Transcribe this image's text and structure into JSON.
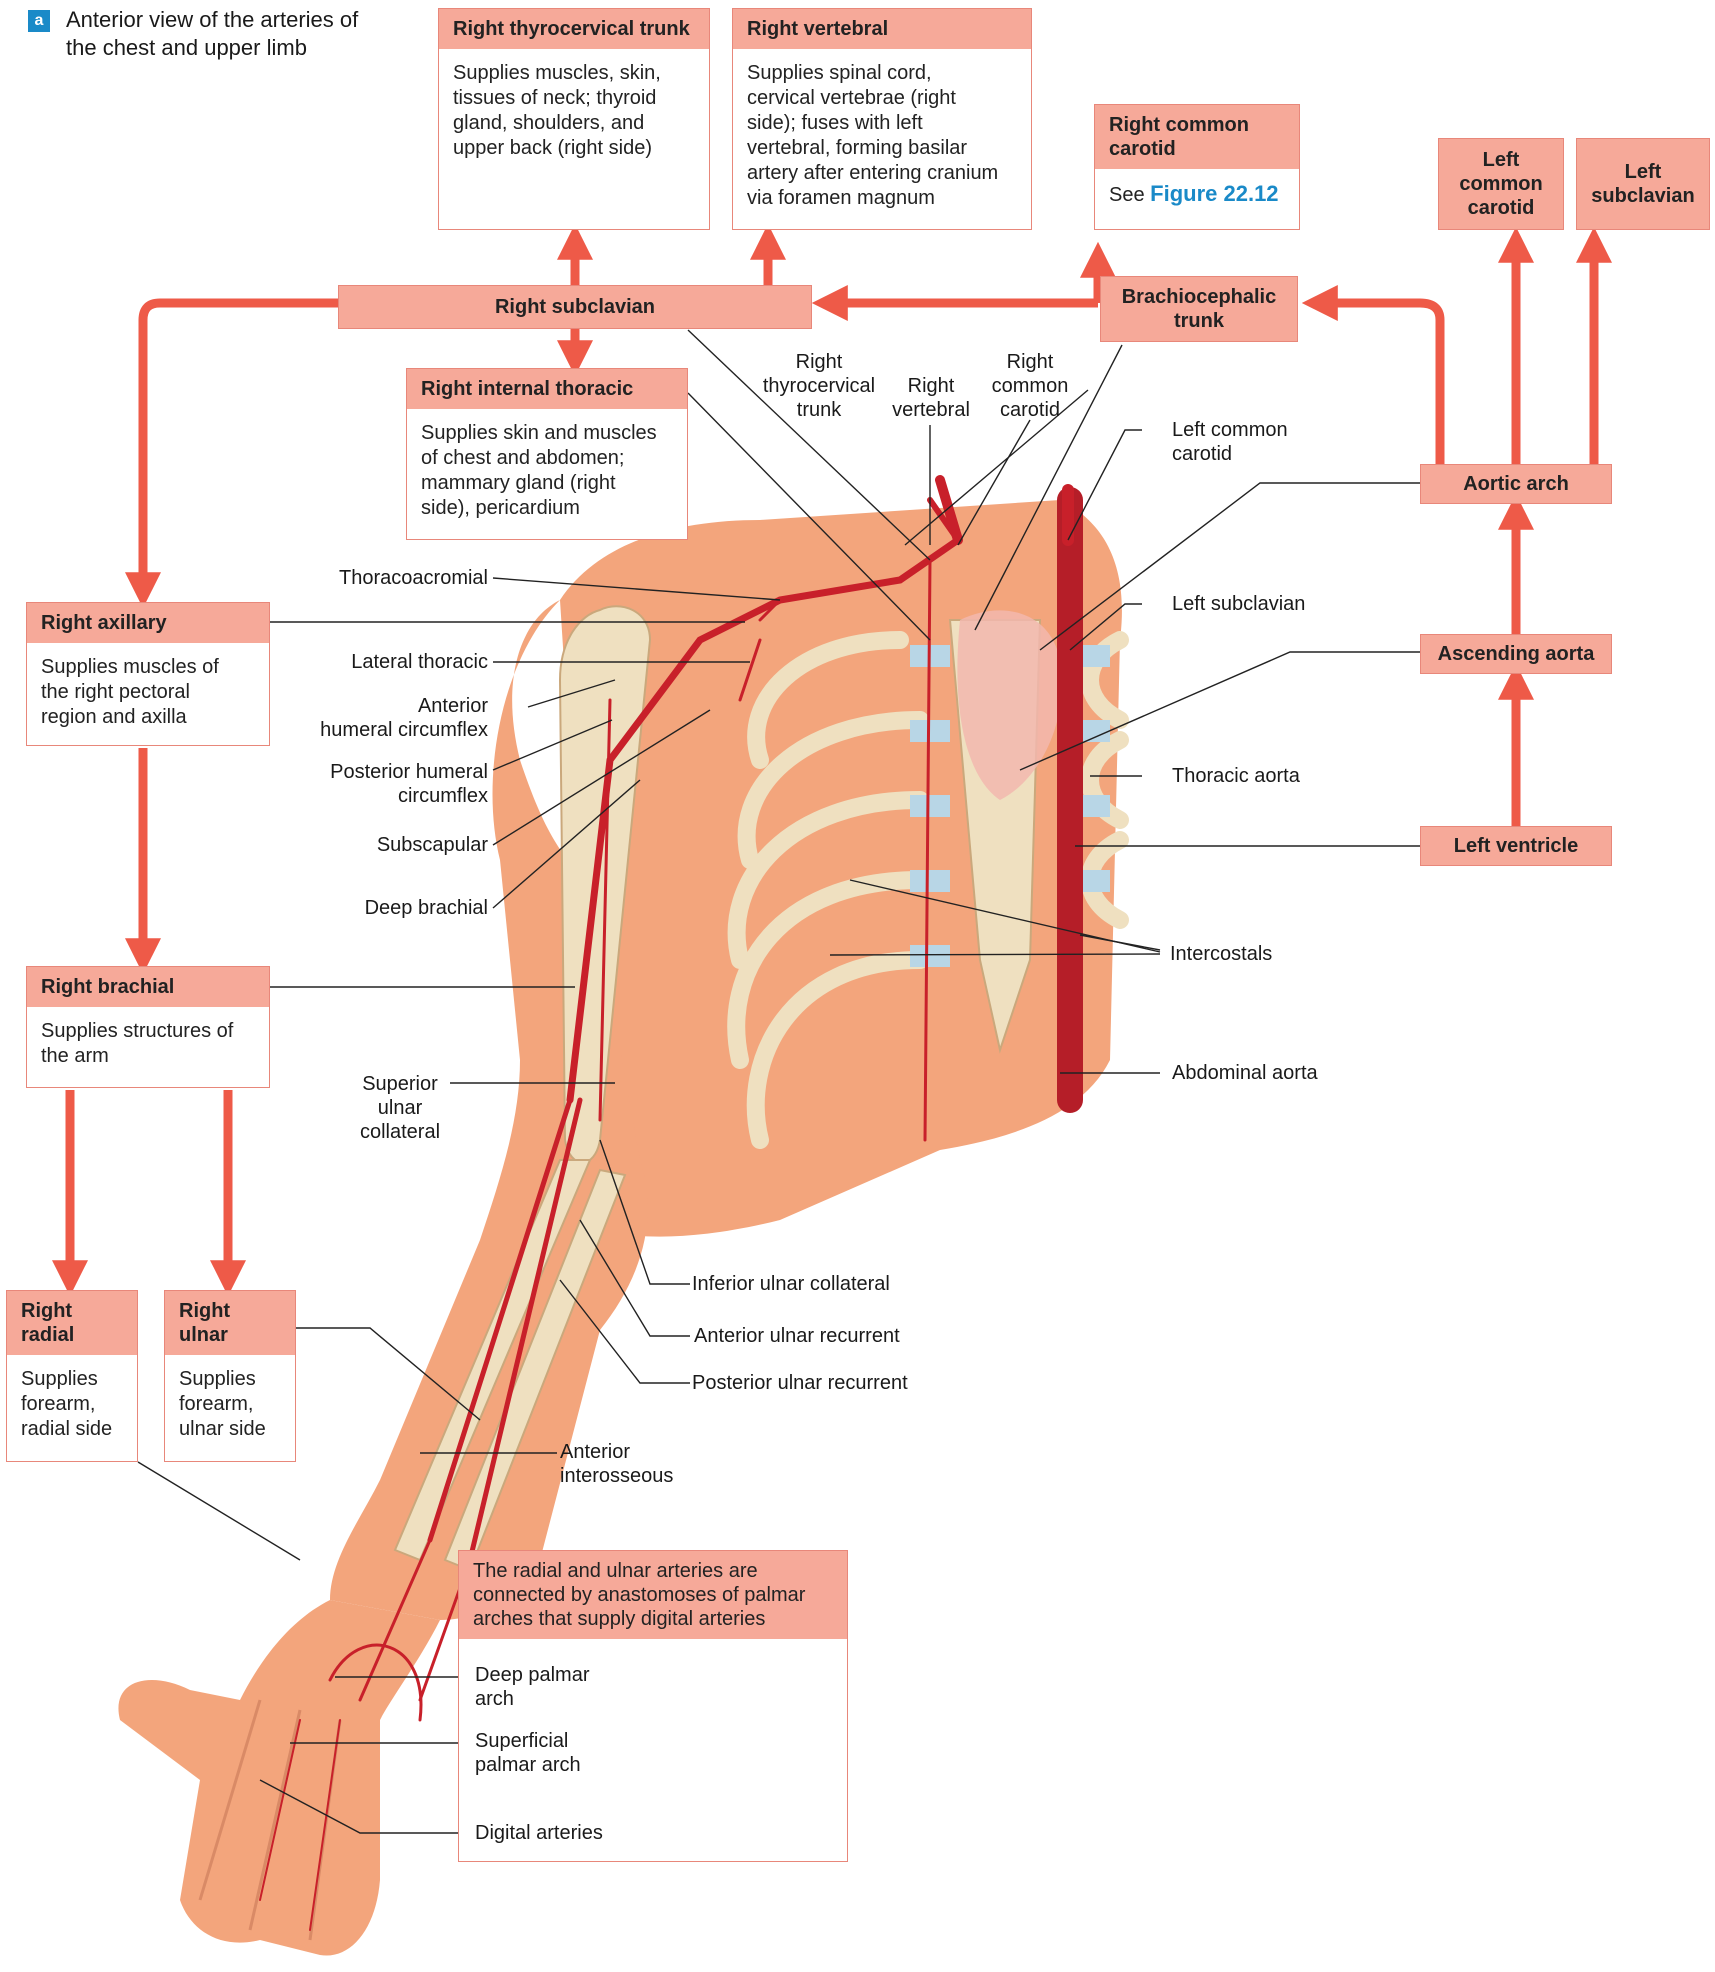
{
  "panel_tag": "a",
  "title": "Anterior view of the arteries of\nthe chest and upper limb",
  "boxes": {
    "right_thyrocervical": {
      "header": "Right thyrocervical trunk",
      "body": "Supplies muscles, skin,\ntissues of neck; thyroid\ngland, shoulders, and\nupper back (right side)"
    },
    "right_vertebral": {
      "header": "Right vertebral",
      "body": "Supplies spinal cord,\ncervical vertebrae (right\nside); fuses with left\nvertebral, forming basilar\nartery after entering cranium\nvia foramen magnum"
    },
    "right_common_carotid": {
      "header": "Right common\ncarotid",
      "body_prefix": "See ",
      "body_link": "Figure 22.12"
    },
    "left_common_carotid": {
      "header": "Left\ncommon\ncarotid"
    },
    "left_subclavian": {
      "header": "Left\nsubclavian"
    },
    "right_internal_thoracic": {
      "header": "Right internal thoracic",
      "body": "Supplies skin and muscles\nof chest and abdomen;\nmammary gland (right\nside), pericardium"
    },
    "right_axillary": {
      "header": "Right axillary",
      "body": "Supplies muscles of\nthe right pectoral\nregion and axilla"
    },
    "right_brachial": {
      "header": "Right brachial",
      "body": "Supplies structures of\nthe arm"
    },
    "right_radial": {
      "header": "Right\nradial",
      "body": "Supplies\nforearm,\nradial side"
    },
    "right_ulnar": {
      "header": "Right\nulnar",
      "body": "Supplies\nforearm,\nulnar side"
    },
    "palmar": {
      "header": "The radial and ulnar arteries are\nconnected by anastomoses of palmar\narches that supply digital arteries",
      "deep": "Deep palmar\narch",
      "superficial": "Superficial\npalmar arch",
      "digital": "Digital arteries"
    }
  },
  "pills": {
    "right_subclavian": "Right subclavian",
    "brachiocephalic": "Brachiocephalic\ntrunk",
    "aortic_arch": "Aortic arch",
    "ascending_aorta": "Ascending aorta",
    "left_ventricle": "Left ventricle"
  },
  "labels": {
    "right_thyrocervical_trunk": "Right\nthyrocervical\ntrunk",
    "right_vertebral": "Right\nvertebral",
    "right_common_carotid": "Right\ncommon\ncarotid",
    "left_common_carotid": "Left common\ncarotid",
    "left_subclavian": "Left subclavian",
    "thoracic_aorta": "Thoracic aorta",
    "intercostals": "Intercostals",
    "abdominal_aorta": "Abdominal aorta",
    "thoracoacromial": "Thoracoacromial",
    "lateral_thoracic": "Lateral thoracic",
    "anterior_humeral_circumflex": "Anterior\nhumeral circumflex",
    "posterior_humeral_circumflex": "Posterior humeral\ncircumflex",
    "subscapular": "Subscapular",
    "deep_brachial": "Deep brachial",
    "superior_ulnar_collateral": "Superior\nulnar\ncollateral",
    "inferior_ulnar_collateral": "Inferior ulnar collateral",
    "anterior_ulnar_recurrent": "Anterior ulnar recurrent",
    "posterior_ulnar_recurrent": "Posterior ulnar recurrent",
    "anterior_interosseous": "Anterior\ninterosseous"
  },
  "colors": {
    "arrow": "#ee5a48",
    "box_header": "#f6a999",
    "box_border": "#e8877a",
    "skin": "#f3a57c",
    "artery": "#c8202a",
    "bone": "#efe0c0",
    "cartilage": "#b8d6e6",
    "link": "#1a8ac8"
  }
}
